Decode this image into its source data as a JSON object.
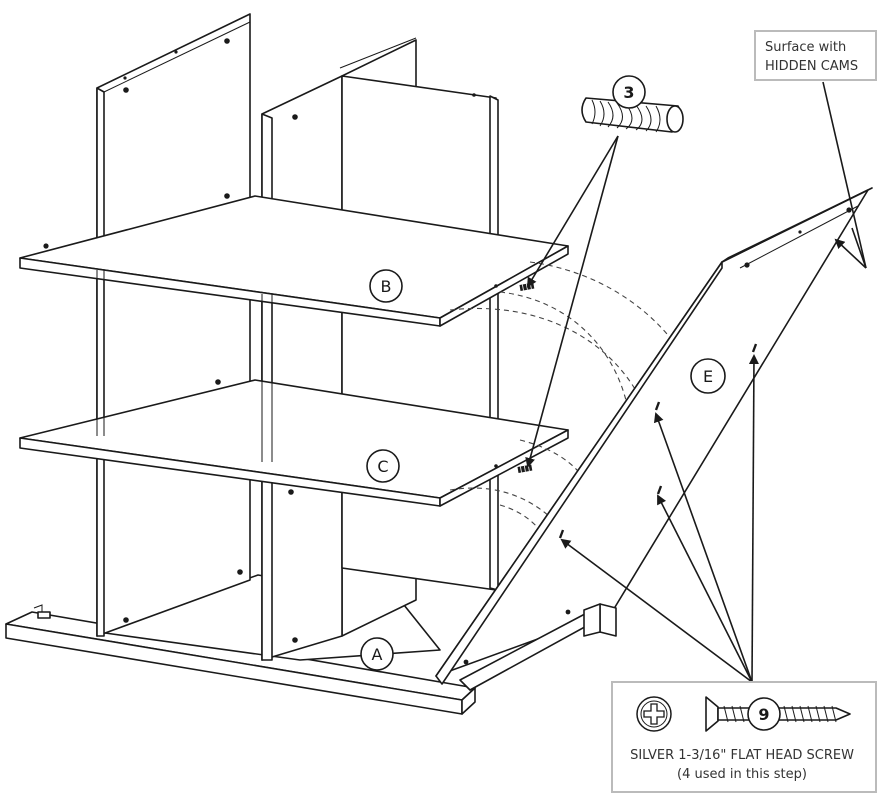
{
  "callout": {
    "line1": "Surface with",
    "line2": "HIDDEN CAMS"
  },
  "parts": {
    "a": "A",
    "b": "B",
    "c": "C",
    "e": "E"
  },
  "hardware": {
    "dowel_ref": "3",
    "screw_ref": "9",
    "screw_caption": "SILVER 1-3/16\" FLAT HEAD SCREW",
    "screw_count": "(4 used in this step)"
  }
}
